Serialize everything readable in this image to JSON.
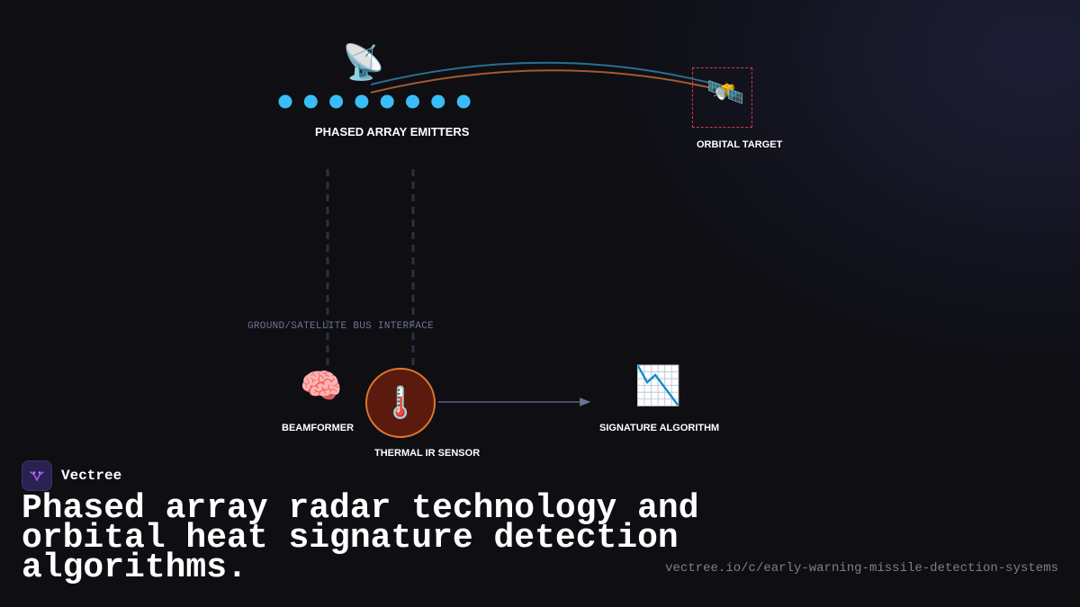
{
  "diagram": {
    "emitters": {
      "label": "PHASED ARRAY EMITTERS",
      "icon": "satellite-antenna-icon",
      "dot_count": 8,
      "dot_color": "#38bdf8"
    },
    "target": {
      "label": "ORBITAL TARGET",
      "icon": "satellite-icon",
      "box_color": "#d03a48"
    },
    "bus": {
      "label": "GROUND/SATELLITE BUS INTERFACE"
    },
    "beamformer": {
      "label": "BEAMFORMER",
      "icon": "brain-icon",
      "glyph": "🧠"
    },
    "thermal_sensor": {
      "label": "THERMAL IR SENSOR",
      "icon": "thermometer-icon",
      "glyph": "🌡️",
      "ring_color": "#e0762e"
    },
    "algorithm": {
      "label": "SIGNATURE ALGORITHM",
      "icon": "chart-decreasing-icon",
      "glyph": "📉"
    },
    "emitter_glyph": "📡",
    "target_glyph": "🛰️",
    "beam_colors": [
      "#2a6f8f",
      "#a35a2e"
    ]
  },
  "footer": {
    "brand_name": "Vectree",
    "headline": "Phased array radar technology and orbital heat signature detection algorithms.",
    "url": "vectree.io/c/early-warning-missile-detection-systems"
  }
}
